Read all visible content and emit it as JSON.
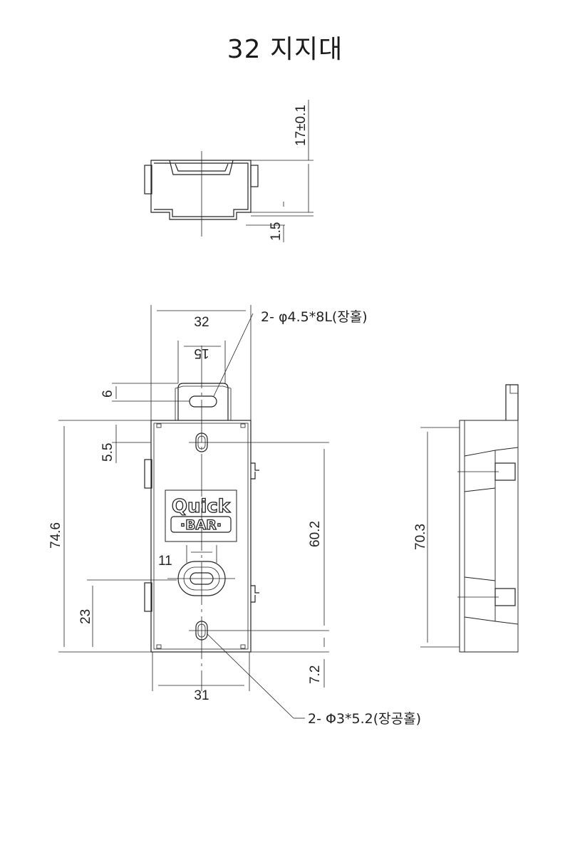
{
  "title": "32 지지대",
  "logo": {
    "line1": "Quick",
    "line2": "·BAR·"
  },
  "dimensions": {
    "top_height": "17±0.1",
    "top_offset": "1.5",
    "width_top": "32",
    "tab_width": "15",
    "tab_height": "6",
    "hole_offset": "5.5",
    "overall_height": "74.6",
    "lower_offset": "23",
    "slot_width": "11",
    "hole_spacing": "60.2",
    "bottom_offset": "7.2",
    "width_bottom": "31",
    "side_height": "70.3"
  },
  "notes": {
    "upper_hole": "2- φ4.5*8L(장홀)",
    "lower_hole": "2-  Φ3*5.2(장공홀)"
  }
}
